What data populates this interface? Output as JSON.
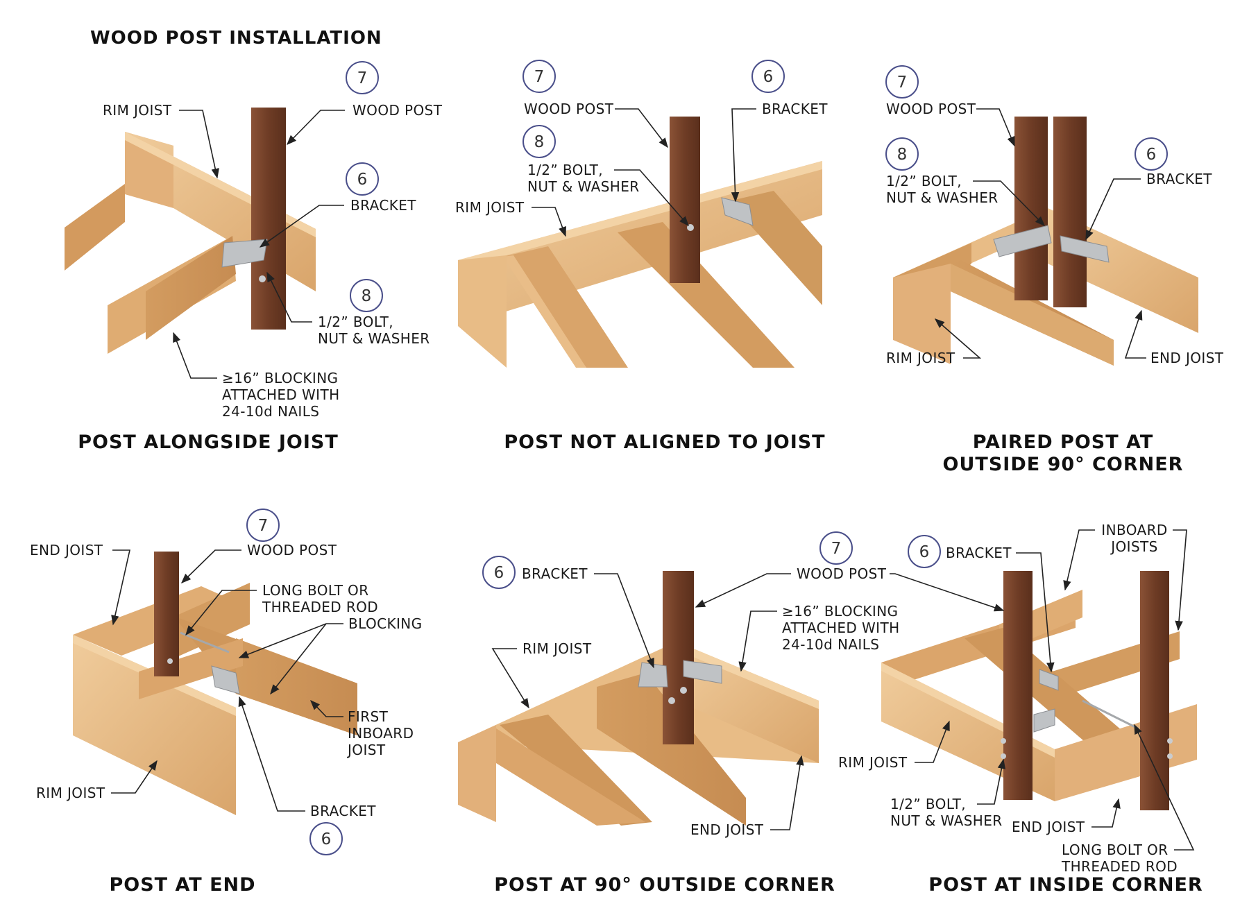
{
  "title": "WOOD POST INSTALLATION",
  "colors": {
    "wood_light": "#e8bf8e",
    "wood_mid": "#d49e63",
    "wood_dark": "#b97f46",
    "post": "#6b3a24",
    "post_light": "#8a5236",
    "bracket": "#b9bcbf",
    "leader": "#222222",
    "circle": "#4a4f8a"
  },
  "panels": [
    {
      "title": [
        "POST ALONGSIDE JOIST"
      ],
      "labels": {
        "rim_joist": "RIM JOIST",
        "wood_post": "WOOD POST",
        "bracket": "BRACKET",
        "bolt": [
          "1/2” BOLT,",
          "NUT & WASHER"
        ],
        "blocking": [
          "≥16” BLOCKING",
          "ATTACHED WITH",
          "24-10d NAILS"
        ]
      },
      "callouts": {
        "post": "7",
        "bracket": "6",
        "bolt": "8"
      }
    },
    {
      "title": [
        "POST NOT ALIGNED TO JOIST"
      ],
      "labels": {
        "wood_post": "WOOD POST",
        "bracket": "BRACKET",
        "bolt": [
          "1/2” BOLT,",
          "NUT & WASHER"
        ],
        "rim_joist": "RIM JOIST"
      },
      "callouts": {
        "post": "7",
        "bracket": "6",
        "bolt": "8"
      }
    },
    {
      "title": [
        "PAIRED POST AT",
        "OUTSIDE 90° CORNER"
      ],
      "labels": {
        "wood_post": "WOOD POST",
        "bolt": [
          "1/2” BOLT,",
          "NUT & WASHER"
        ],
        "bracket": "BRACKET",
        "rim_joist": "RIM JOIST",
        "end_joist": "END JOIST"
      },
      "callouts": {
        "post": "7",
        "bolt": "8",
        "bracket": "6"
      }
    },
    {
      "title": [
        "POST AT END"
      ],
      "labels": {
        "end_joist": "END JOIST",
        "wood_post": "WOOD POST",
        "long_bolt": [
          "LONG BOLT OR",
          "THREADED ROD"
        ],
        "blocking": "BLOCKING",
        "first_inboard": [
          "FIRST",
          "INBOARD",
          "JOIST"
        ],
        "rim_joist": "RIM JOIST",
        "bracket": "BRACKET"
      },
      "callouts": {
        "post": "7",
        "bracket": "6"
      }
    },
    {
      "title": [
        "POST AT 90° OUTSIDE CORNER"
      ],
      "labels": {
        "bracket": "BRACKET",
        "wood_post": "WOOD POST",
        "rim_joist": "RIM JOIST",
        "blocking": [
          "≥16” BLOCKING",
          "ATTACHED WITH",
          "24-10d NAILS"
        ],
        "end_joist": "END JOIST"
      },
      "callouts": {
        "bracket": "6",
        "post": "7"
      }
    },
    {
      "title": [
        "POST AT INSIDE CORNER"
      ],
      "labels": {
        "bracket": "BRACKET",
        "inboard": [
          "INBOARD",
          "JOISTS"
        ],
        "rim_joist": "RIM JOIST",
        "bolt": [
          "1/2” BOLT,",
          "NUT & WASHER"
        ],
        "end_joist": "END JOIST",
        "long_bolt": [
          "LONG BOLT OR",
          "THREADED ROD"
        ]
      },
      "callouts": {
        "bracket": "6"
      }
    }
  ]
}
